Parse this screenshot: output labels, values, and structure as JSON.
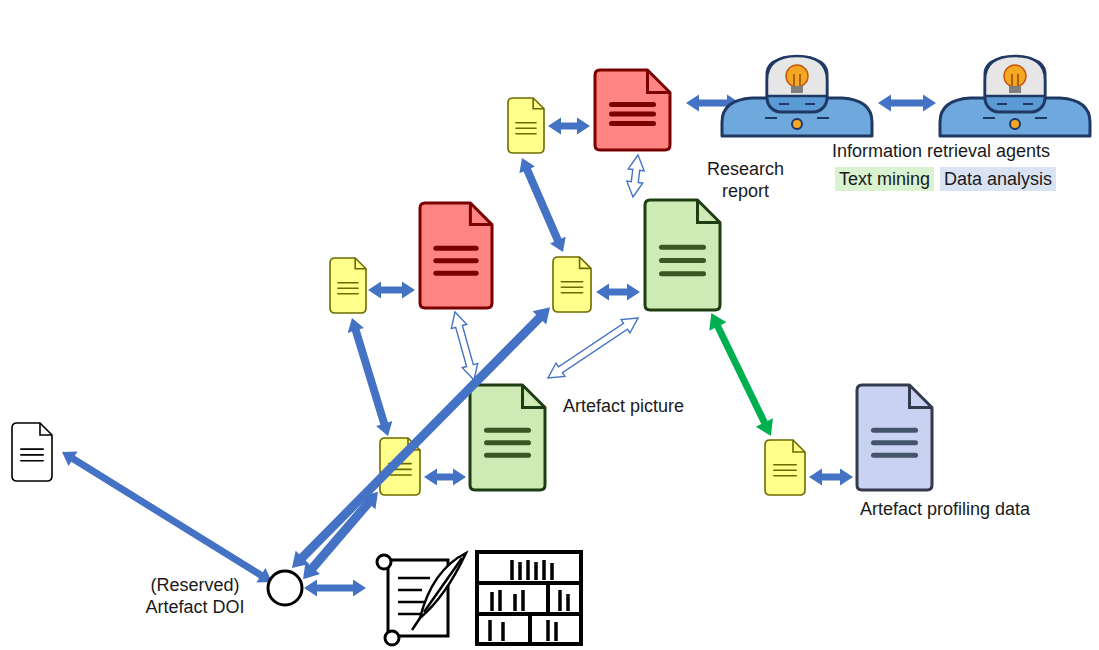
{
  "diagram": {
    "nodes": [
      {
        "text": [
          "(Reserved) Artefact DOI"
        ]
      },
      {
        "text": [
          "Artefact picture"
        ]
      },
      {
        "text": [
          "Research report"
        ]
      },
      {
        "text": [
          "Artefact profiling data"
        ]
      },
      {
        "text": [
          "Information retrieval agents"
        ]
      }
    ],
    "edges": [
      {
        "from": 0,
        "to": 1,
        "arrow": "both"
      },
      {
        "from": 0,
        "to": 2,
        "arrow": "both"
      },
      {
        "from": 2,
        "to": 3,
        "arrow": "both"
      }
    ],
    "legend": [
      {
        "text": "Text mining",
        "color": "#d9f2d0"
      },
      {
        "text": "Data analysis",
        "color": "#dae3f3"
      }
    ]
  }
}
